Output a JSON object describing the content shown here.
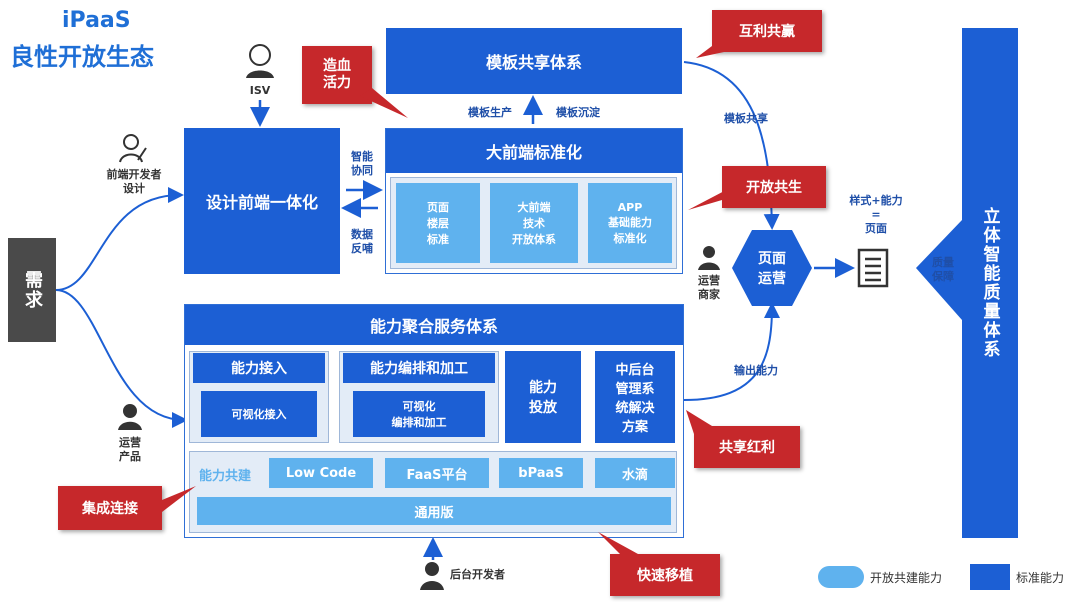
{
  "title": {
    "line1": "iPaaS",
    "line2": "良性开放生态"
  },
  "demand": "需求",
  "actors": {
    "isv": "ISV",
    "fe_dev": "前端开发者\n设计",
    "ops_product": "运营\n产品",
    "backend_dev": "后台开发者",
    "ops_merchant": "运营\n商家"
  },
  "template_system": "模板共享体系",
  "template_produce": "模板生产",
  "template_settle": "模板沉淀",
  "template_share": "模板共享",
  "design_fe": "设计前端一体化",
  "smart_collab": "智能\n协同",
  "data_feedback": "数据\n反哺",
  "big_fe": {
    "title": "大前端标准化",
    "items": [
      "页面\n楼层\n标准",
      "大前端\n技术\n开放体系",
      "APP\n基础能力\n标准化"
    ]
  },
  "page_ops": "页面\n运营",
  "style_cap": "样式+能力\n=\n页面",
  "quality_guarantee": "质量\n保障",
  "quality_system": "立体智能质量体系",
  "output_cap": "输出能力",
  "aggregation": {
    "title": "能力聚合服务体系",
    "access": {
      "title": "能力接入",
      "inner": "可视化接入"
    },
    "orchestration": {
      "title": "能力编排和加工",
      "inner": "可视化\n编排和加工"
    },
    "delivery": "能力\n投放",
    "mid_backend": "中后台\n管理系\n统解决\n方案",
    "co_build": "能力共建",
    "pills": [
      "Low Code",
      "FaaS平台",
      "bPaaS",
      "水滴"
    ],
    "general": "通用版"
  },
  "callouts": {
    "mutual": "互利共赢",
    "blood": "造血\n活力",
    "open_share": "开放共生",
    "dividend": "共享红利",
    "integration": "集成连接",
    "migration": "快速移植"
  },
  "legend": {
    "open_label": "开放共建能力",
    "std_label": "标准能力"
  },
  "colors": {
    "dark_blue": "#1c5fd4",
    "light_blue": "#5fb2ee",
    "red": "#c6282b",
    "demand_gray": "#4a4a4a"
  }
}
